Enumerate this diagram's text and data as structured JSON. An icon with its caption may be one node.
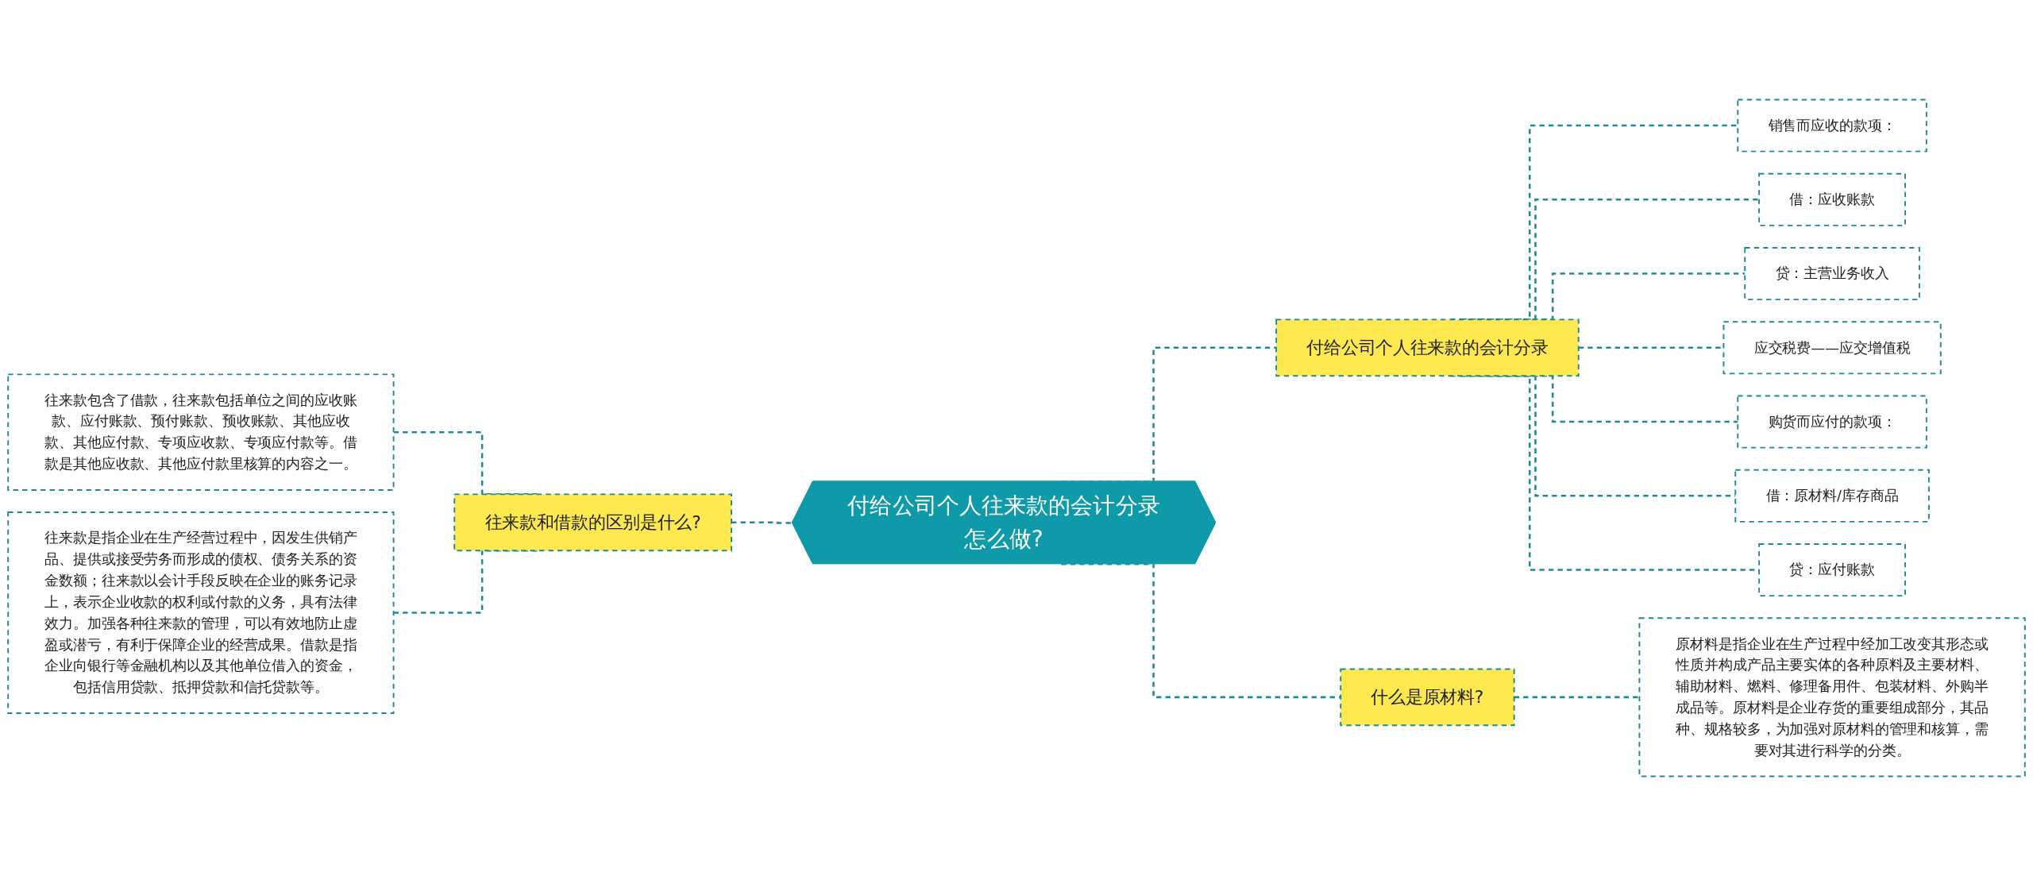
{
  "diagram": {
    "nodes": [
      {
        "text": [
          "付给公司个人往来款的会计分录怎么做?"
        ]
      },
      {
        "text": [
          "往来款和借款的区别是什么?"
        ]
      },
      {
        "text": [
          "往来款包含了借款，往来款包括单位之间的应收账款、应付账款、预付账款、预收账款、其他应收款、其他应付款、专项应收款、专项应付款等。借款是其他应收款、其他应付款里核算的内容之一。"
        ]
      },
      {
        "text": [
          "往来款是指企业在生产经营过程中，因发生供销产品、提供或接受劳务而形成的债权、债务关系的资金数额；往来款以会计手段反映在企业的账务记录上，表示企业收款的权利或付款的义务，具有法律效力。加强各种往来款的管理，可以有效地防止虚盈或潜亏，有利于保障企业的经营成果。借款是指企业向银行等金融机构以及其他单位借入的资金，包括信用贷款、抵押贷款和信托贷款等。"
        ]
      },
      {
        "text": [
          "付给公司个人往来款的会计分录"
        ]
      },
      {
        "text": [
          "销售而应收的款项："
        ]
      },
      {
        "text": [
          "借：应收账款"
        ]
      },
      {
        "text": [
          "贷：主营业务收入"
        ]
      },
      {
        "text": [
          "应交税费——应交增值税"
        ]
      },
      {
        "text": [
          "购货而应付的款项："
        ]
      },
      {
        "text": [
          "借：原材料/库存商品"
        ]
      },
      {
        "text": [
          "贷：应付账款"
        ]
      },
      {
        "text": [
          "什么是原材料?"
        ]
      },
      {
        "text": [
          "原材料是指企业在生产过程中经加工改变其形态或性质并构成产品主要实体的各种原料及主要材料、辅助材料、燃料、修理备用件、包装材料、外购半成品等。原材料是企业存货的重要组成部分，其品种、规格较多，为加强对原材料的管理和核算，需要对其进行科学的分类。"
        ]
      }
    ],
    "edges": [
      {
        "from": 2,
        "to": 1,
        "arrow": "none",
        "style": "dashed"
      },
      {
        "from": 3,
        "to": 1,
        "arrow": "none",
        "style": "dashed"
      },
      {
        "from": 1,
        "to": 0,
        "arrow": "none",
        "style": "dashed"
      },
      {
        "from": 0,
        "to": 4,
        "arrow": "none",
        "style": "dashed"
      },
      {
        "from": 4,
        "to": 5,
        "arrow": "none",
        "style": "dashed"
      },
      {
        "from": 4,
        "to": 6,
        "arrow": "none",
        "style": "dashed"
      },
      {
        "from": 4,
        "to": 7,
        "arrow": "none",
        "style": "dashed"
      },
      {
        "from": 4,
        "to": 8,
        "arrow": "none",
        "style": "dashed"
      },
      {
        "from": 4,
        "to": 9,
        "arrow": "none",
        "style": "dashed"
      },
      {
        "from": 4,
        "to": 10,
        "arrow": "none",
        "style": "dashed"
      },
      {
        "from": 4,
        "to": 11,
        "arrow": "none",
        "style": "dashed"
      },
      {
        "from": 0,
        "to": 12,
        "arrow": "none",
        "style": "dashed"
      },
      {
        "from": 12,
        "to": 13,
        "arrow": "none",
        "style": "dashed"
      }
    ]
  }
}
